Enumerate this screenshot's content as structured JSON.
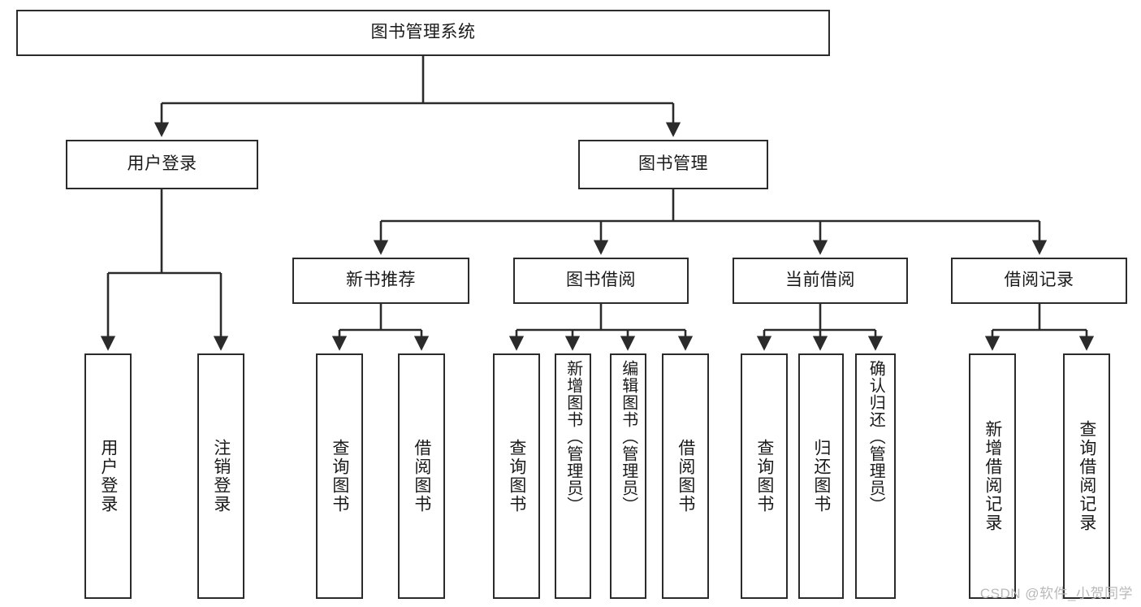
{
  "diagram": {
    "title": "图书管理系统",
    "type": "功能结构图",
    "root": {
      "label": "图书管理系统"
    },
    "level2": [
      {
        "label": "用户登录"
      },
      {
        "label": "图书管理"
      }
    ],
    "level3": [
      {
        "label": "新书推荐"
      },
      {
        "label": "图书借阅"
      },
      {
        "label": "当前借阅"
      },
      {
        "label": "借阅记录"
      }
    ],
    "leaves": {
      "user_login": [
        {
          "label": "用户登录"
        },
        {
          "label": "注销登录"
        }
      ],
      "new_book": [
        {
          "label": "查询图书"
        },
        {
          "label": "借阅图书"
        }
      ],
      "book_borrow": [
        {
          "label": "查询图书"
        },
        {
          "label": "新增图书（管理员）"
        },
        {
          "label": "编辑图书（管理员）"
        },
        {
          "label": "借阅图书"
        }
      ],
      "current_borrow": [
        {
          "label": "查询图书"
        },
        {
          "label": "归还图书"
        },
        {
          "label": "确认归还（管理员）"
        }
      ],
      "borrow_record": [
        {
          "label": "新增借阅记录"
        },
        {
          "label": "查询借阅记录"
        }
      ]
    }
  },
  "watermark": {
    "text": "CSDN @软件_小贺同学"
  },
  "colors": {
    "border": "#2b2b2b",
    "background": "#ffffff",
    "text": "#1a1a1a",
    "watermark": "#b9b9b9"
  }
}
